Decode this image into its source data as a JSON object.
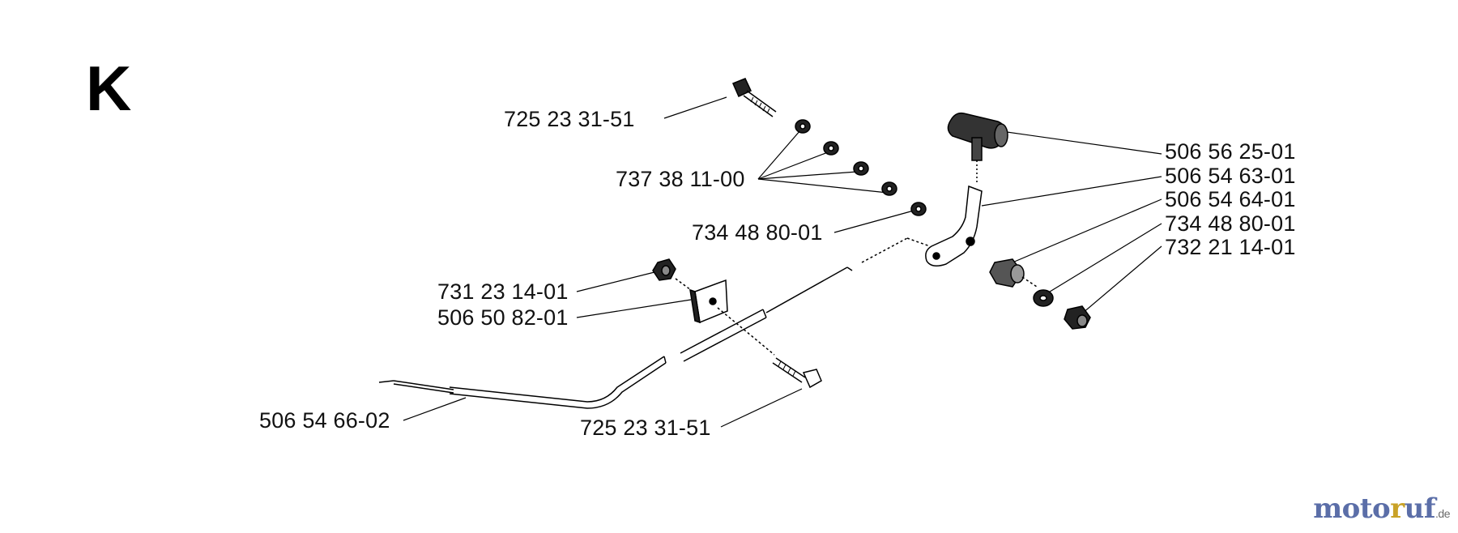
{
  "section_letter": "K",
  "labels": {
    "bolt_top": "725 23 31-51",
    "washers": "737 38 11-00",
    "washer_mid": "734 48 80-01",
    "nut_left": "731 23 14-01",
    "clip": "506 50 82-01",
    "cable": "506 54 66-02",
    "bolt_bottom": "725 23 31-51"
  },
  "right_labels": [
    "506 56 25-01",
    "506 54 63-01",
    "506 54 64-01",
    "734 48 80-01",
    "732 21 14-01"
  ],
  "watermark": {
    "part1": "moto",
    "part2": "r",
    "part3": "uf",
    "suffix": ".de"
  }
}
